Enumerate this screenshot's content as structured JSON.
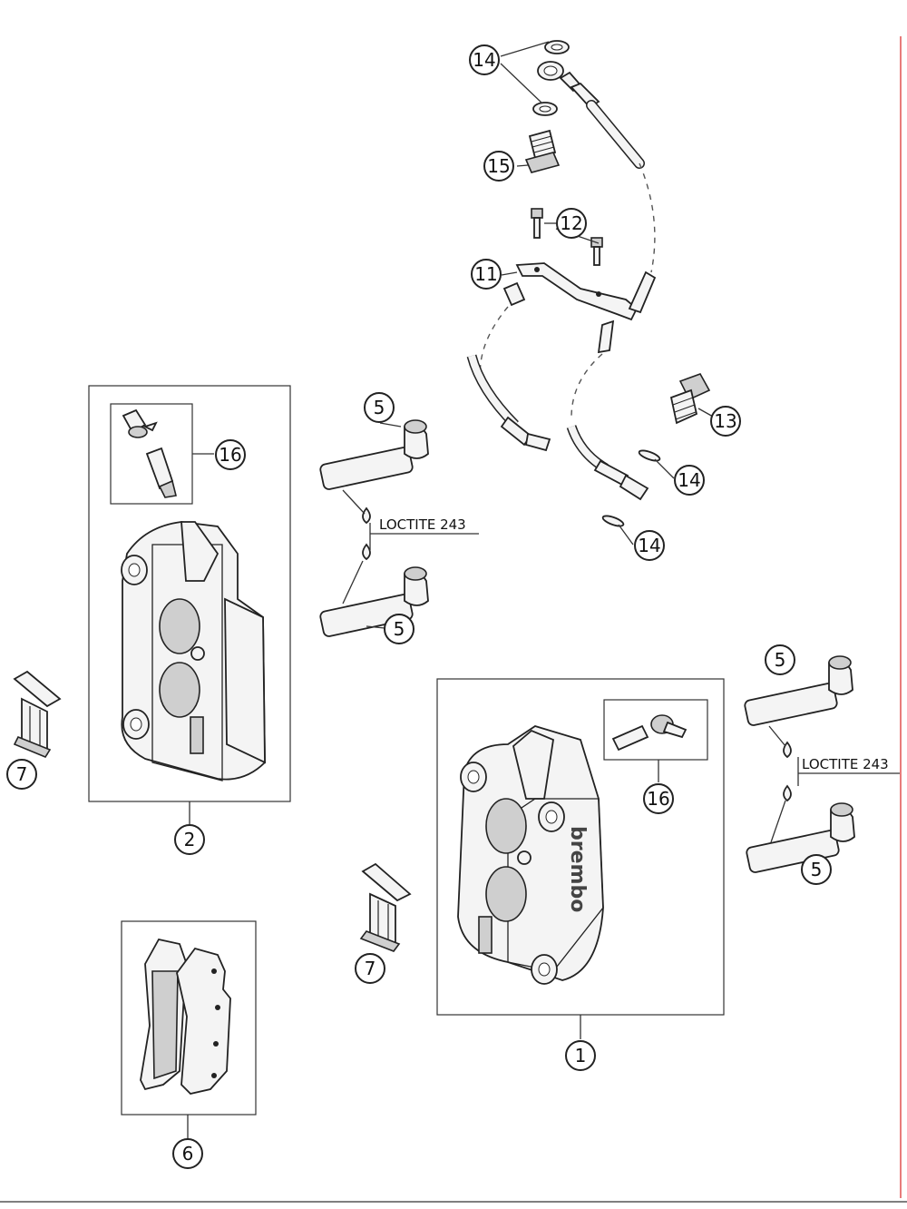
{
  "callouts": {
    "c14_top": "14",
    "c15": "15",
    "c12": "12",
    "c11": "11",
    "c13": "13",
    "c14_mid": "14",
    "c14_low": "14",
    "c5_a": "5",
    "c5_b": "5",
    "c5_c": "5",
    "c5_d": "5",
    "c16_left": "16",
    "c16_right": "16",
    "c2": "2",
    "c1": "1",
    "c6": "6",
    "c7_left": "7",
    "c7_mid": "7"
  },
  "notes": {
    "loctite_left": "LOCTITE 243",
    "loctite_right": "LOCTITE 243"
  },
  "brand": {
    "caliper_logo": "brembo"
  },
  "colors": {
    "line": "#222222",
    "part_fill": "#f4f4f4",
    "shade": "#cfcfcf",
    "margin_line": "#e05050"
  }
}
